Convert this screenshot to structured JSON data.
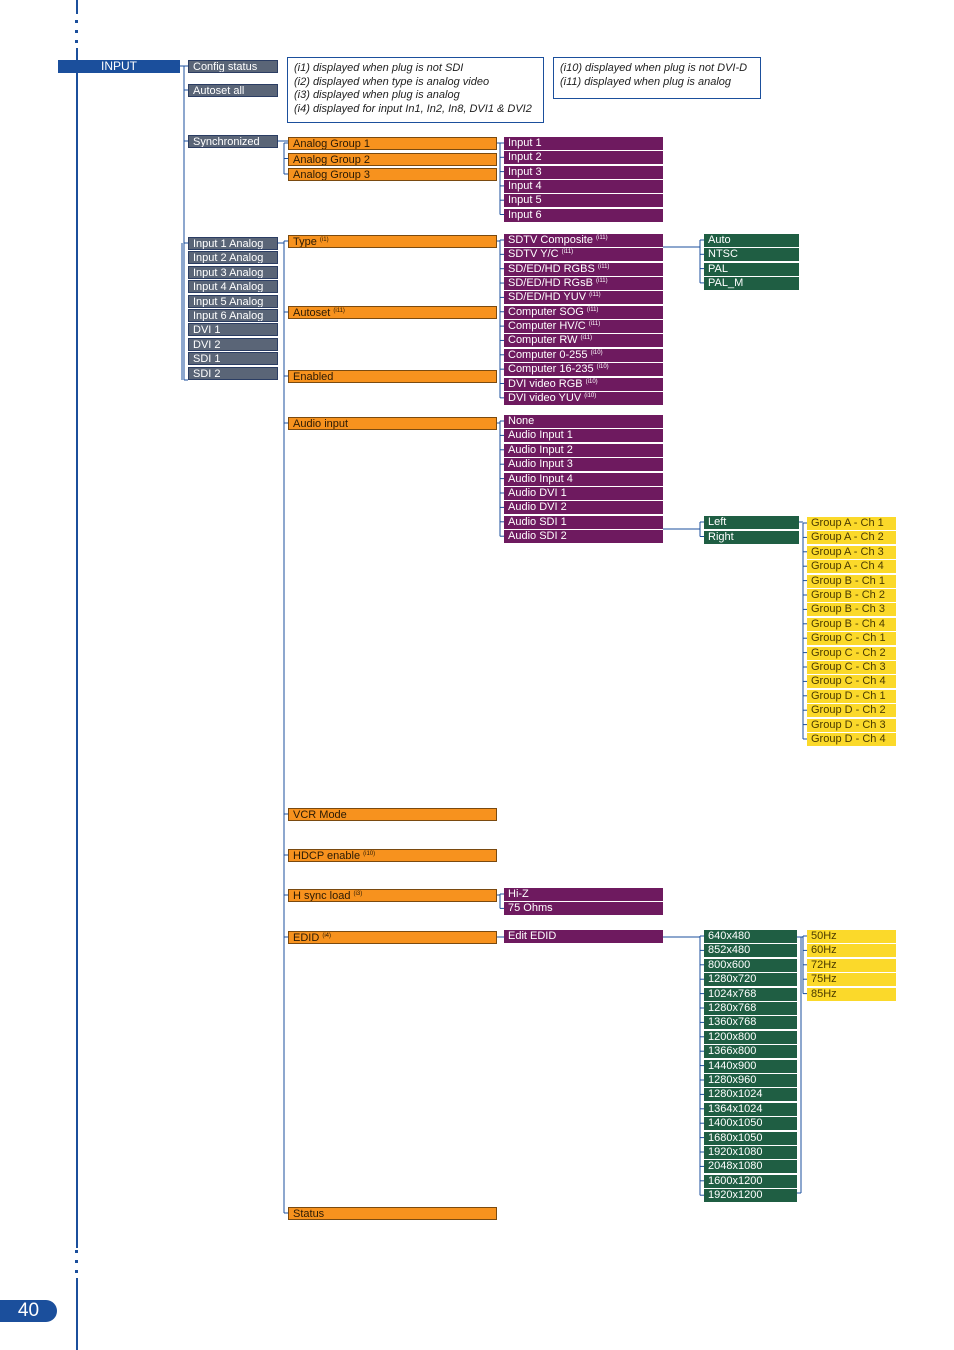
{
  "page_number": "40",
  "root": "INPUT",
  "notes": [
    [
      "(i1) displayed when plug is not SDI",
      "(i2) displayed when type is analog video",
      "(i3) displayed when plug is analog",
      "(i4) displayed for input In1, In2, In8, DVI1 & DVI2"
    ],
    [
      "(i10) displayed when plug is not DVI-D",
      "(i11) displayed when plug is analog"
    ]
  ],
  "level1": [
    "Config status",
    "Autoset all",
    "Synchronized"
  ],
  "inputs": [
    "Input 1 Analog",
    "Input 2 Analog",
    "Input 3 Analog",
    "Input 4 Analog",
    "Input 5 Analog",
    "Input 6 Analog",
    "DVI 1",
    "DVI 2",
    "SDI 1",
    "SDI 2"
  ],
  "sync_groups": [
    "Analog Group 1",
    "Analog Group 2",
    "Analog Group 3"
  ],
  "sync_inputs": [
    "Input 1",
    "Input 2",
    "Input 3",
    "Input 4",
    "Input 5",
    "Input 6"
  ],
  "settings": [
    {
      "label": "Type",
      "sup": "(i1)"
    },
    {
      "label": "Autoset",
      "sup": "(i11)"
    },
    {
      "label": "Enabled",
      "sup": ""
    },
    {
      "label": "Audio input",
      "sup": ""
    },
    {
      "label": "VCR Mode",
      "sup": ""
    },
    {
      "label": "HDCP enable",
      "sup": "(i10)"
    },
    {
      "label": "H sync load",
      "sup": "(i3)"
    },
    {
      "label": "EDID",
      "sup": "(i4)"
    },
    {
      "label": "Status",
      "sup": ""
    }
  ],
  "types": [
    {
      "label": "SDTV Composite",
      "sup": "(i11)"
    },
    {
      "label": "SDTV Y/C",
      "sup": "(i11)"
    },
    {
      "label": "SD/ED/HD RGBS",
      "sup": "(i11)"
    },
    {
      "label": "SD/ED/HD RGsB",
      "sup": "(i11)"
    },
    {
      "label": "SD/ED/HD YUV",
      "sup": "(i11)"
    },
    {
      "label": "Computer SOG",
      "sup": "(i11)"
    },
    {
      "label": "Computer HV/C",
      "sup": "(i11)"
    },
    {
      "label": "Computer RW",
      "sup": "(i11)"
    },
    {
      "label": "Computer 0-255",
      "sup": "(i10)"
    },
    {
      "label": "Computer 16-235",
      "sup": "(i10)"
    },
    {
      "label": "DVI video RGB",
      "sup": "(i10)"
    },
    {
      "label": "DVI video YUV",
      "sup": "(i10)"
    }
  ],
  "standards": [
    "Auto",
    "NTSC",
    "PAL",
    "PAL_M"
  ],
  "audio": [
    "None",
    "Audio Input 1",
    "Audio Input 2",
    "Audio Input 3",
    "Audio Input 4",
    "Audio DVI 1",
    "Audio DVI 2",
    "Audio SDI 1",
    "Audio SDI 2"
  ],
  "channels_side": [
    "Left",
    "Right"
  ],
  "channels": [
    "Group A - Ch 1",
    "Group A - Ch 2",
    "Group A - Ch 3",
    "Group A - Ch 4",
    "Group B - Ch 1",
    "Group B - Ch 2",
    "Group B - Ch 3",
    "Group B - Ch 4",
    "Group C - Ch 1",
    "Group C - Ch 2",
    "Group C - Ch 3",
    "Group C - Ch 4",
    "Group D - Ch 1",
    "Group D - Ch 2",
    "Group D - Ch 3",
    "Group D - Ch 4"
  ],
  "hsync": [
    "Hi-Z",
    "75 Ohms"
  ],
  "edit_edid": "Edit EDID",
  "resolutions": [
    "640x480",
    "852x480",
    "800x600",
    "1280x720",
    "1024x768",
    "1280x768",
    "1360x768",
    "1200x800",
    "1366x800",
    "1440x900",
    "1280x960",
    "1280x1024",
    "1364x1024",
    "1400x1050",
    "1680x1050",
    "1920x1080",
    "2048x1080",
    "1600x1200",
    "1920x1200"
  ],
  "rates": [
    "50Hz",
    "60Hz",
    "72Hz",
    "75Hz",
    "85Hz"
  ],
  "colors": {
    "accent": "#1b4f9c",
    "gray": "#5a6577",
    "orange": "#f7921e",
    "purple": "#6e1a5f",
    "green": "#1f5e43",
    "yellow": "#fbd92a"
  }
}
